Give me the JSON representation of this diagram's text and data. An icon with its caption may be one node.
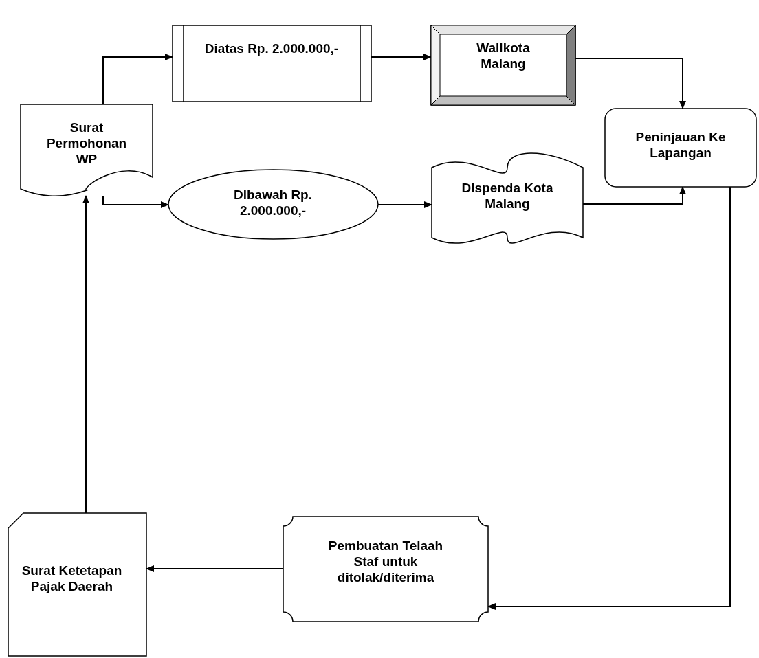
{
  "diagram": {
    "nodes": [
      {
        "text": [
          "Surat Permohonan WP"
        ]
      },
      {
        "text": [
          "Diatas Rp. 2.000.000,-"
        ]
      },
      {
        "text": [
          "Walikota Malang"
        ]
      },
      {
        "text": [
          "Peninjauan Ke Lapangan"
        ]
      },
      {
        "text": [
          "Dibawah Rp. 2.000.000,-"
        ]
      },
      {
        "text": [
          "Dispenda Kota Malang"
        ]
      },
      {
        "text": [
          "Pembuatan Telaah Staf untuk ditolak/diterima"
        ]
      },
      {
        "text": [
          "Surat Ketetapan Pajak Daerah"
        ]
      }
    ],
    "edges": [
      {
        "from": 0,
        "to": 1,
        "arrow": "to"
      },
      {
        "from": 1,
        "to": 2,
        "arrow": "to"
      },
      {
        "from": 2,
        "to": 3,
        "arrow": "to"
      },
      {
        "from": 0,
        "to": 4,
        "arrow": "to"
      },
      {
        "from": 4,
        "to": 5,
        "arrow": "to"
      },
      {
        "from": 5,
        "to": 3,
        "arrow": "to"
      },
      {
        "from": 3,
        "to": 6,
        "arrow": "to"
      },
      {
        "from": 6,
        "to": 7,
        "arrow": "to"
      },
      {
        "from": 7,
        "to": 0,
        "arrow": "to"
      }
    ]
  }
}
